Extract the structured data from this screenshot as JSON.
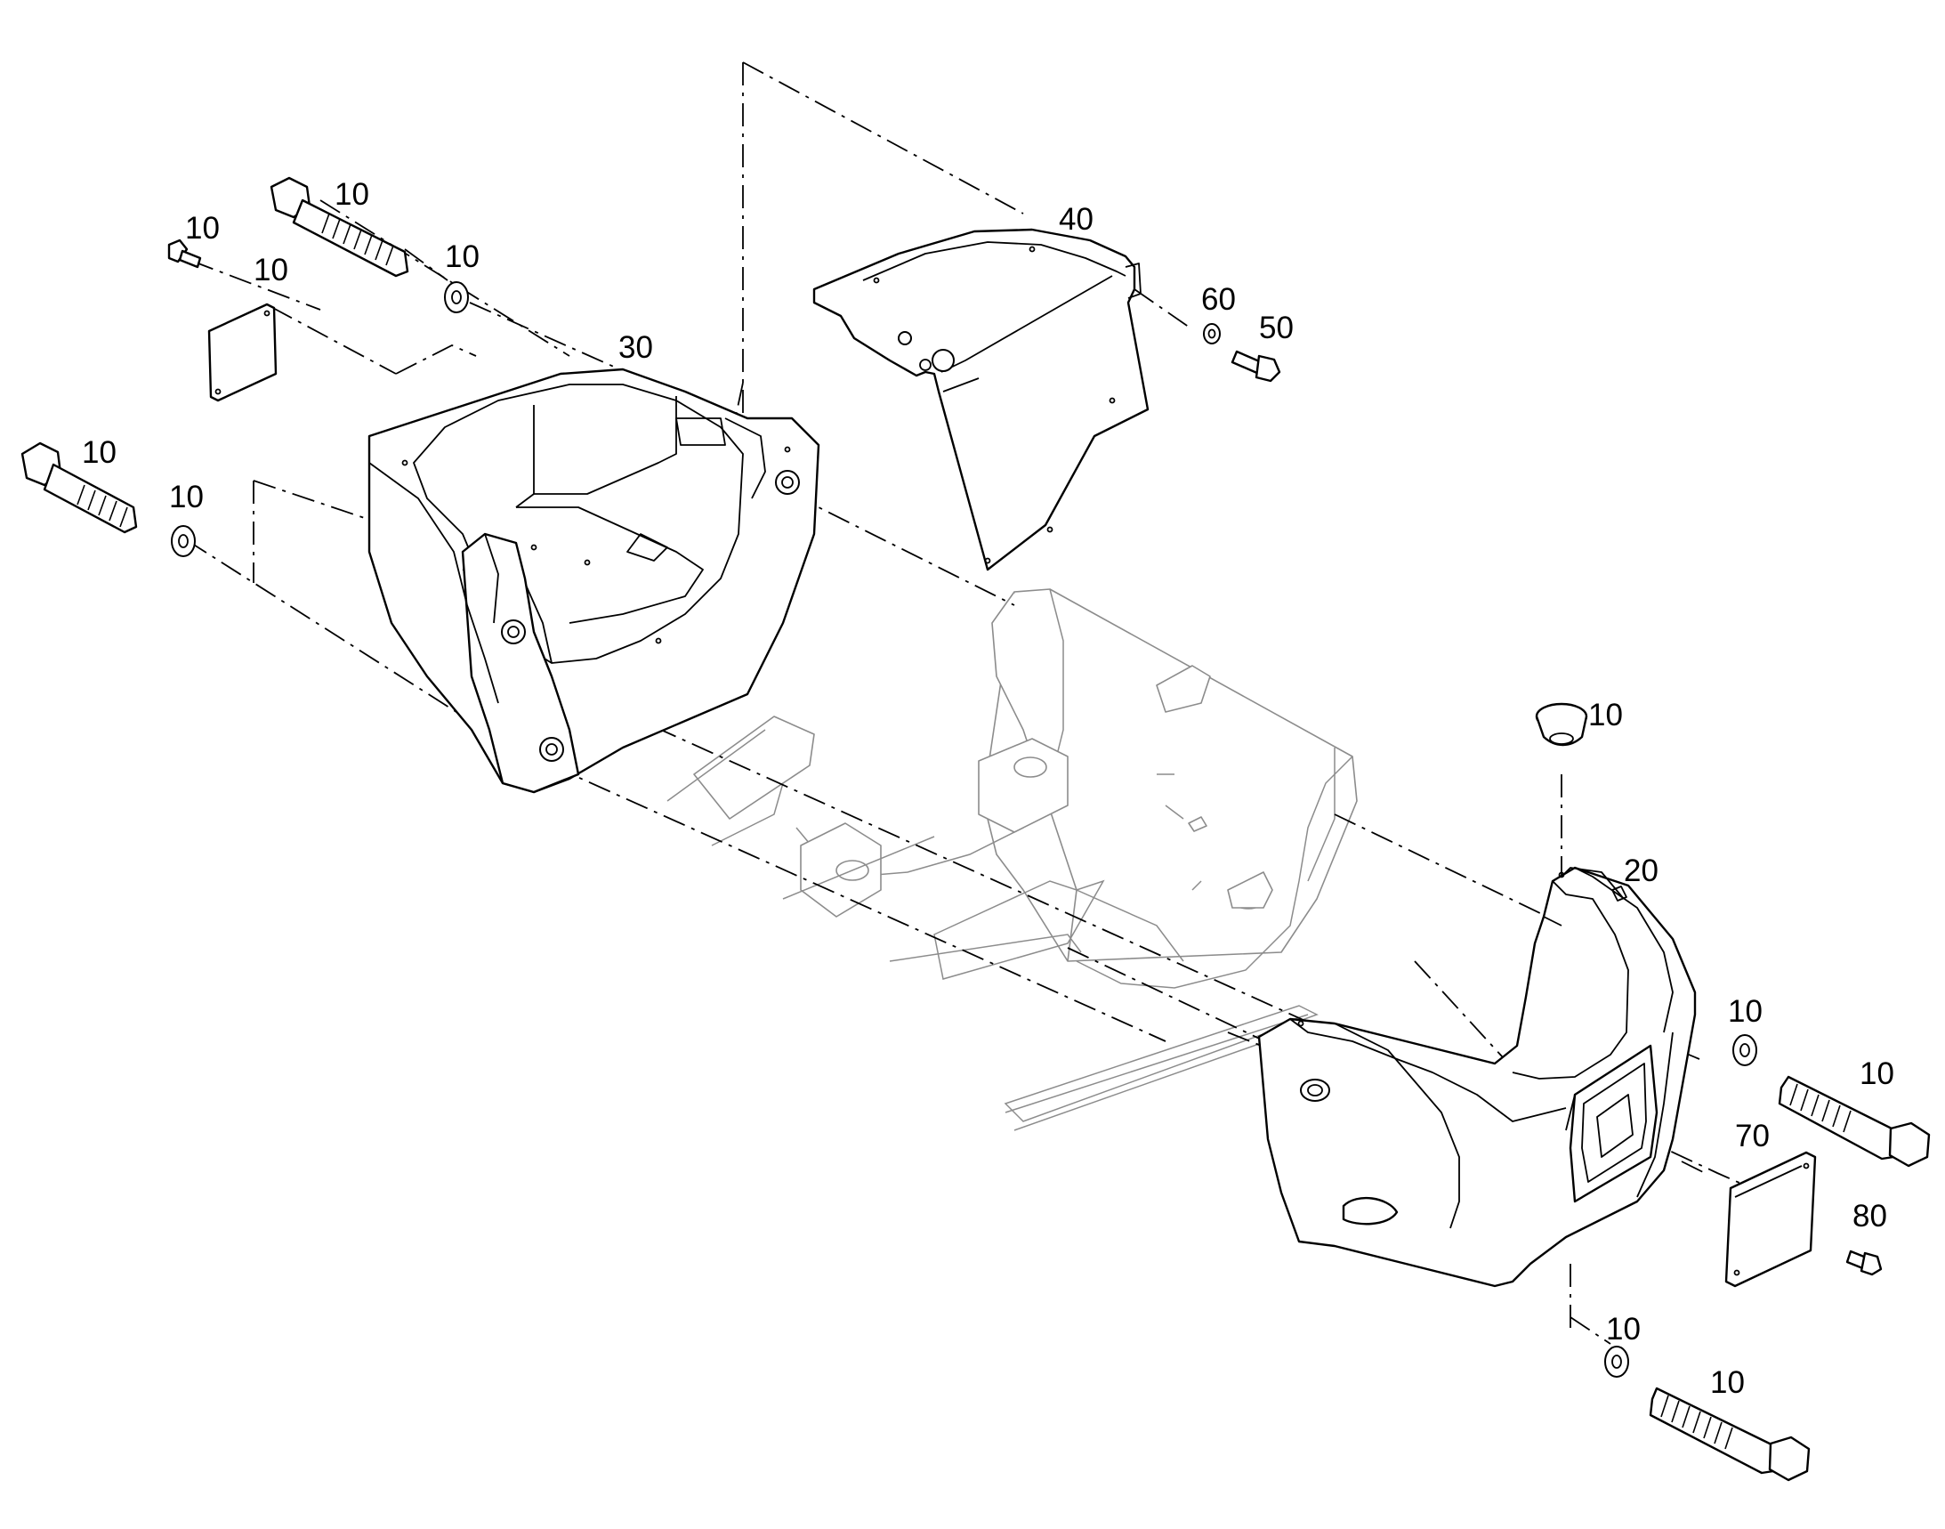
{
  "callouts": {
    "bolt_top_left": "10",
    "screw_small_top_left": "10",
    "washer_top_left": "10",
    "plate_left": "10",
    "bolt_left": "10",
    "washer_left": "10",
    "plug": "10",
    "washer_right": "10",
    "bolt_right": "10",
    "washer_bottom_right": "10",
    "bolt_bottom_right": "10",
    "counterweight_right": "20",
    "counterweight_left": "30",
    "cover_panel": "40",
    "screw_cover": "50",
    "washer_cover": "60",
    "access_plate": "70",
    "screw_access_plate": "80"
  }
}
